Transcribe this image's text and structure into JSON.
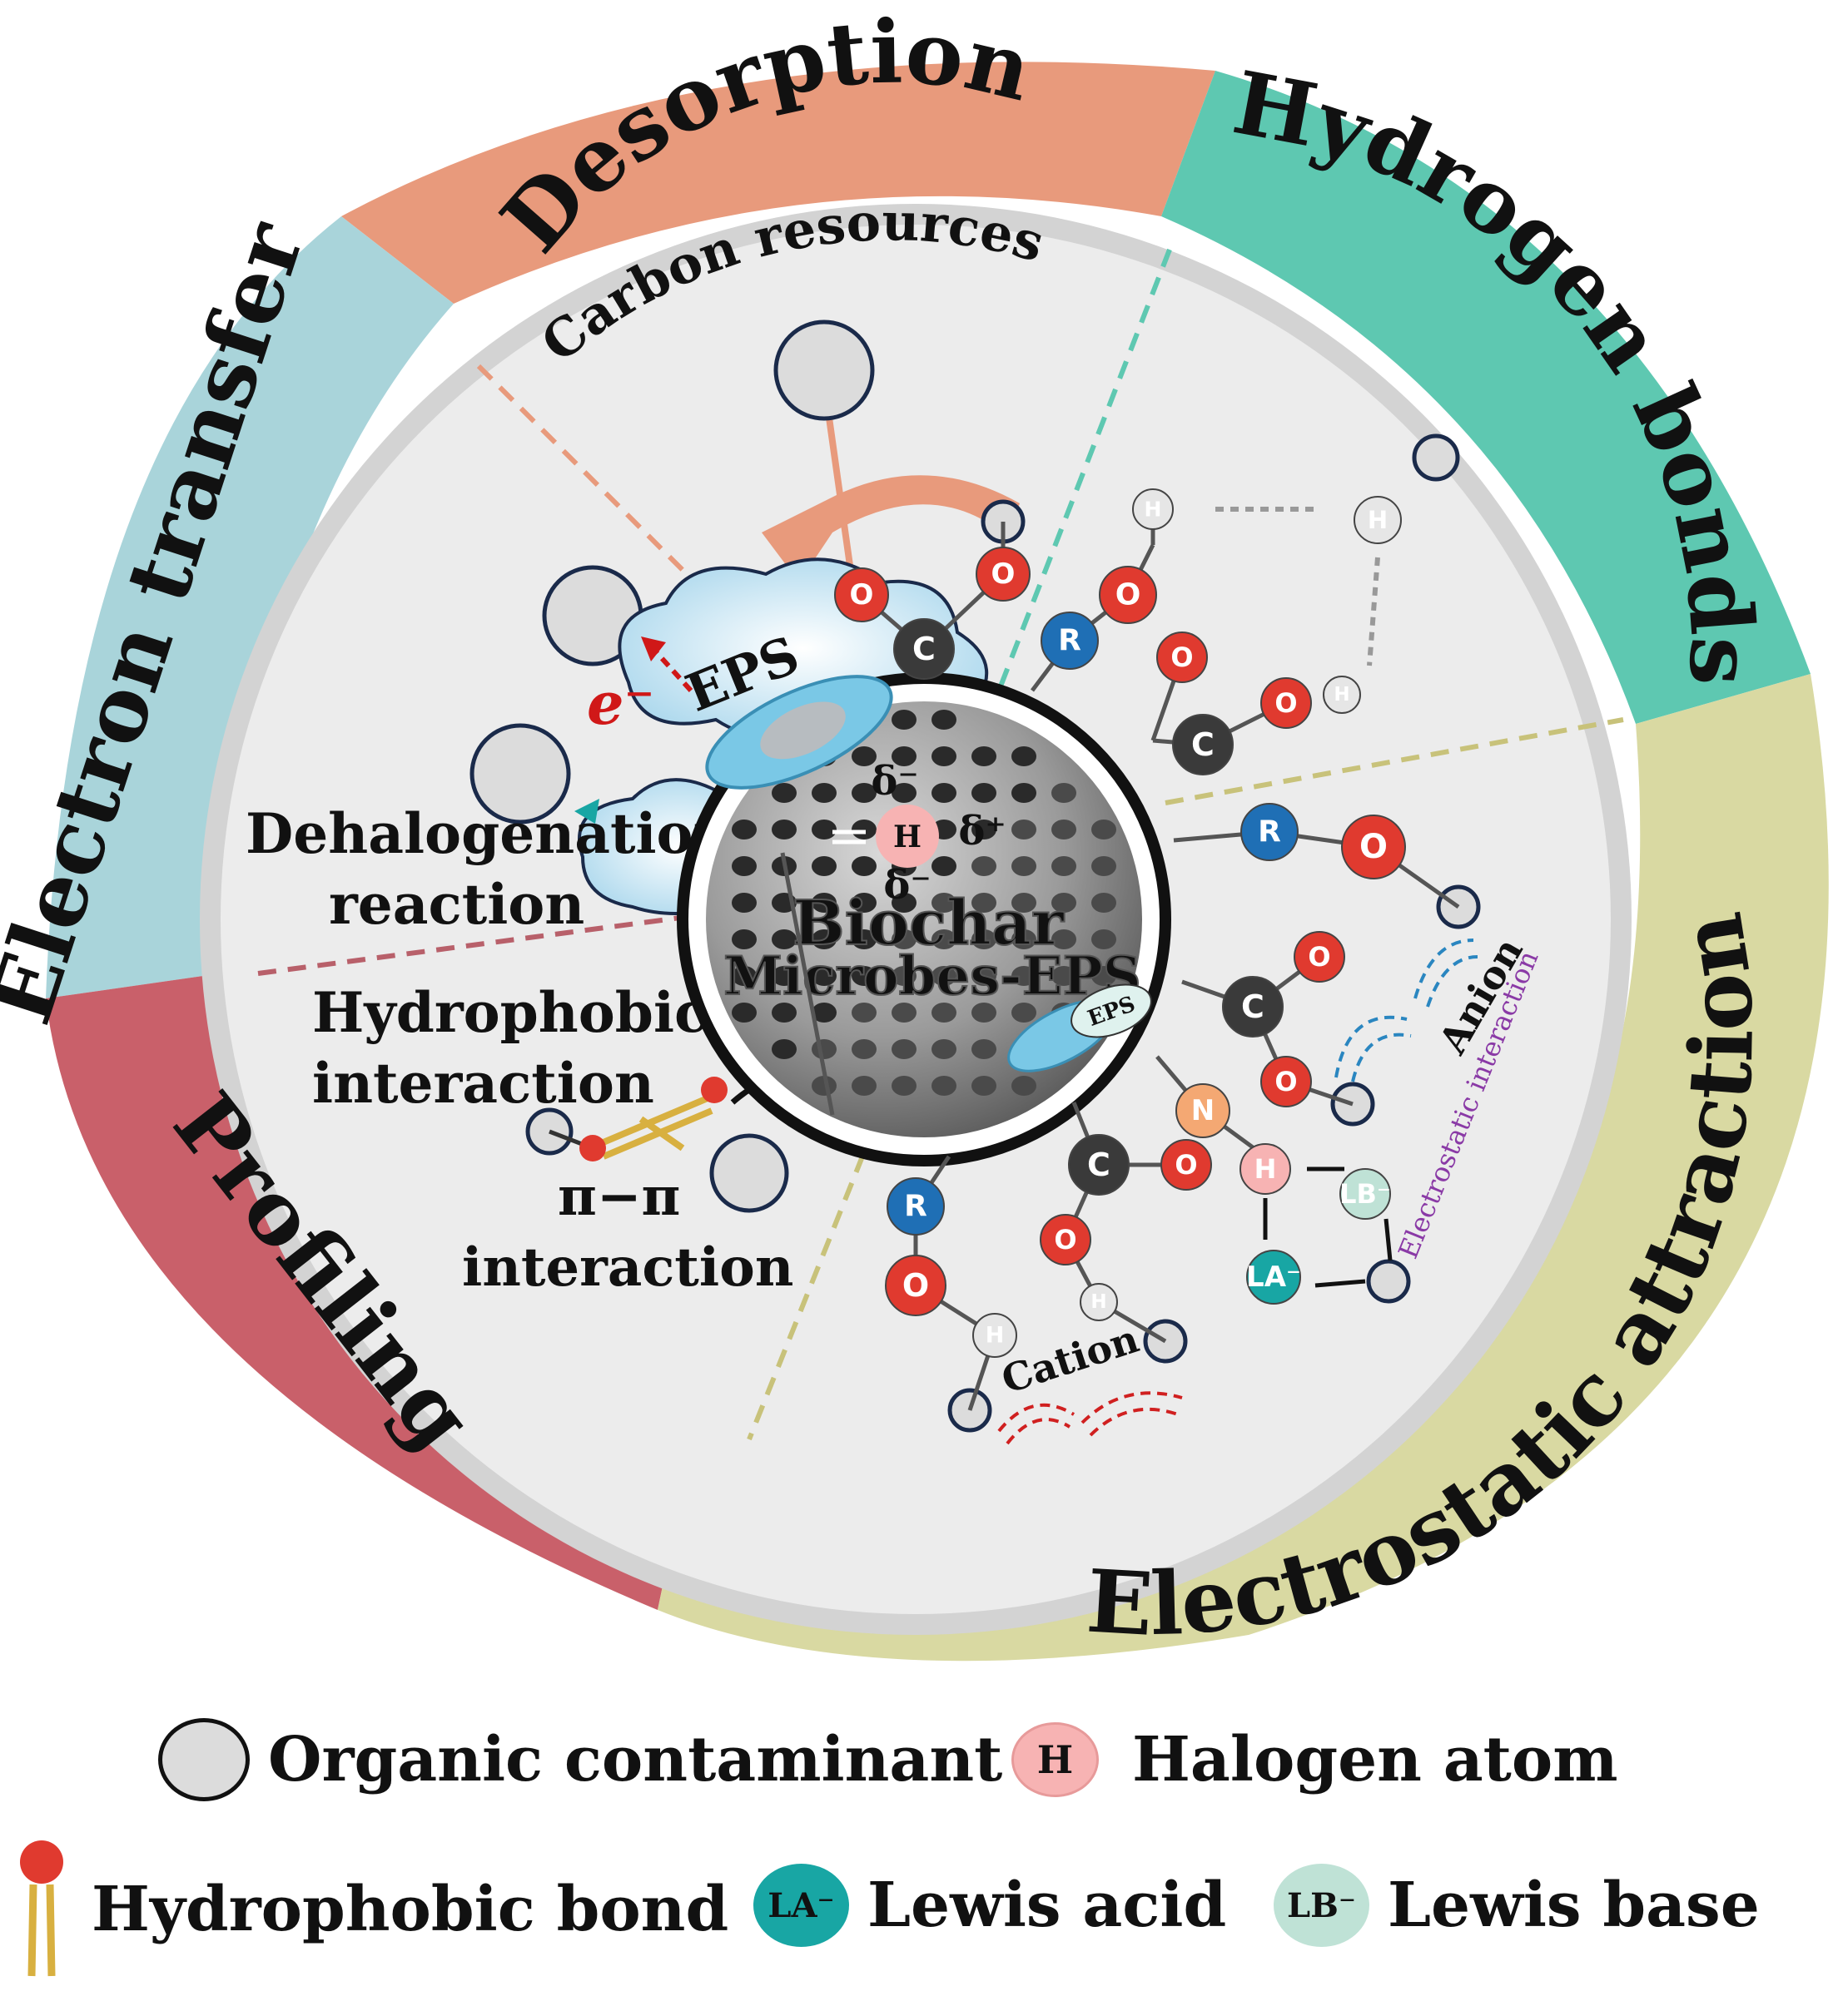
{
  "sectors": {
    "desorption": "Desorption",
    "hydrogen_bonds": "Hydrogen bonds",
    "electron_transfer": "Electron transfer",
    "profiling": "Profiling",
    "electrostatic_attraction": "Electrostatic attraction"
  },
  "colors": {
    "desorption": "#e89a7c",
    "hydrogen_bonds": "#5ec8b1",
    "electron_transfer": "#a9d4da",
    "profiling": "#c9606a",
    "electrostatic_attraction": "#d9d9a2",
    "inner": "#ececec",
    "oxygen": "#e03a2f",
    "carbon": "#3a3a3a",
    "r_group": "#1f6fb5",
    "nitrogen": "#f4a873"
  },
  "labels": {
    "carbon_resources": "Carbon resources",
    "electron": "e⁻",
    "eps": "EPS",
    "eps_small": "EPS",
    "dehalogenation_1": "Dehalogenation",
    "dehalogenation_2": "reaction",
    "hydrophobic_1": "Hydrophobic",
    "hydrophobic_2": "interaction",
    "pipi_1": "π−π",
    "pipi_2": "interaction",
    "biochar": "Biochar",
    "microbes_eps": "Microbes-EPS",
    "delta_minus_top": "δ⁻",
    "delta_plus": "δ⁺",
    "delta_minus_bottom": "δ⁻",
    "halogen_symbol": "H",
    "anion": "Anion",
    "cation": "Cation",
    "electrostatic_interaction": "Electrostatic interaction"
  },
  "atoms": {
    "oxygen": "O",
    "carbon": "C",
    "hydrogen": "H",
    "r_group": "R",
    "nitrogen": "N",
    "lewis_acid": "LA⁻",
    "lewis_base": "LB⁻"
  },
  "legend": {
    "organic_contaminant": "Organic contaminant",
    "halogen_symbol": "H",
    "halogen_atom": "Halogen atom",
    "hydrophobic_bond": "Hydrophobic bond",
    "lewis_acid_symbol": "LA⁻",
    "lewis_acid": "Lewis acid",
    "lewis_base_symbol": "LB⁻",
    "lewis_base": "Lewis base"
  }
}
